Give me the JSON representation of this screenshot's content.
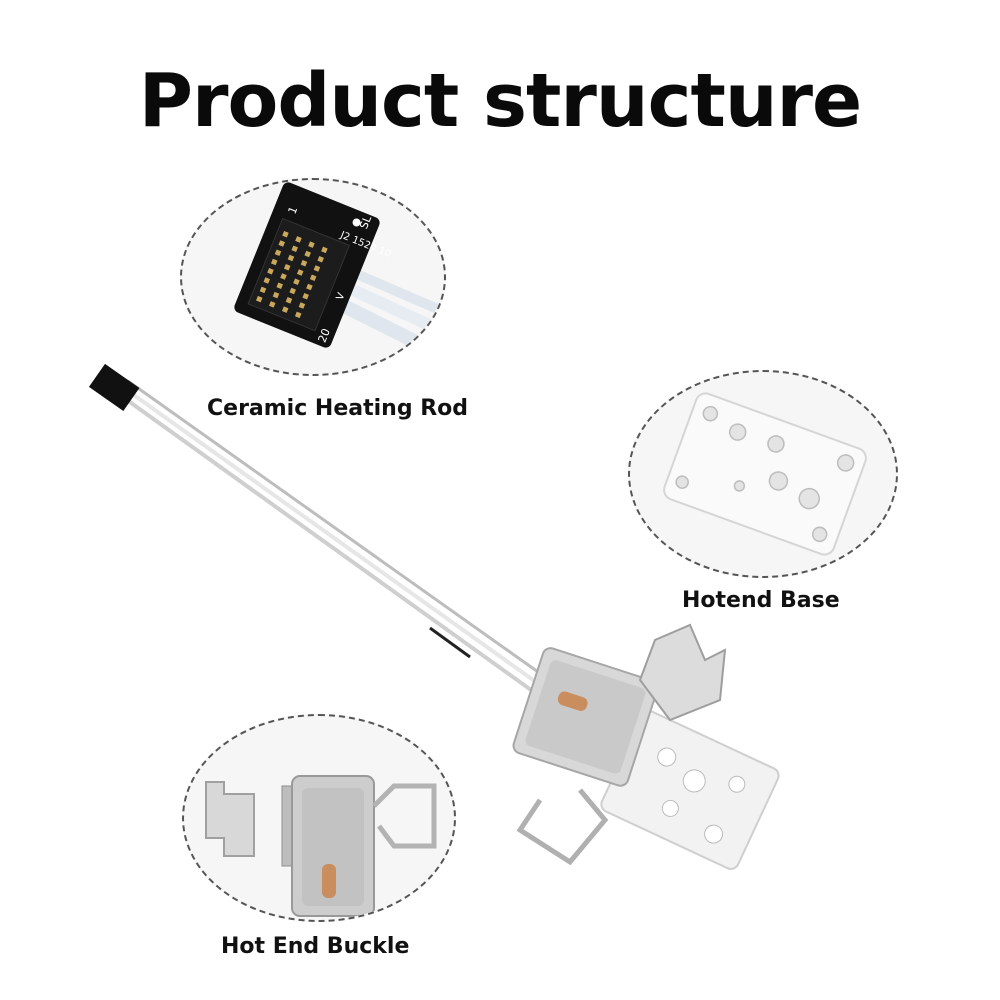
{
  "title": "Product structure",
  "parts": {
    "heating_rod": "Ceramic Heating Rod",
    "hotend_base": "Hotend Base",
    "buckle": "Hot End Buckle"
  },
  "board_markings": {
    "top_left": "1",
    "pin_number_left": "20",
    "code": "J2 1524 10",
    "corner": "SL",
    "v_mark": "V"
  }
}
